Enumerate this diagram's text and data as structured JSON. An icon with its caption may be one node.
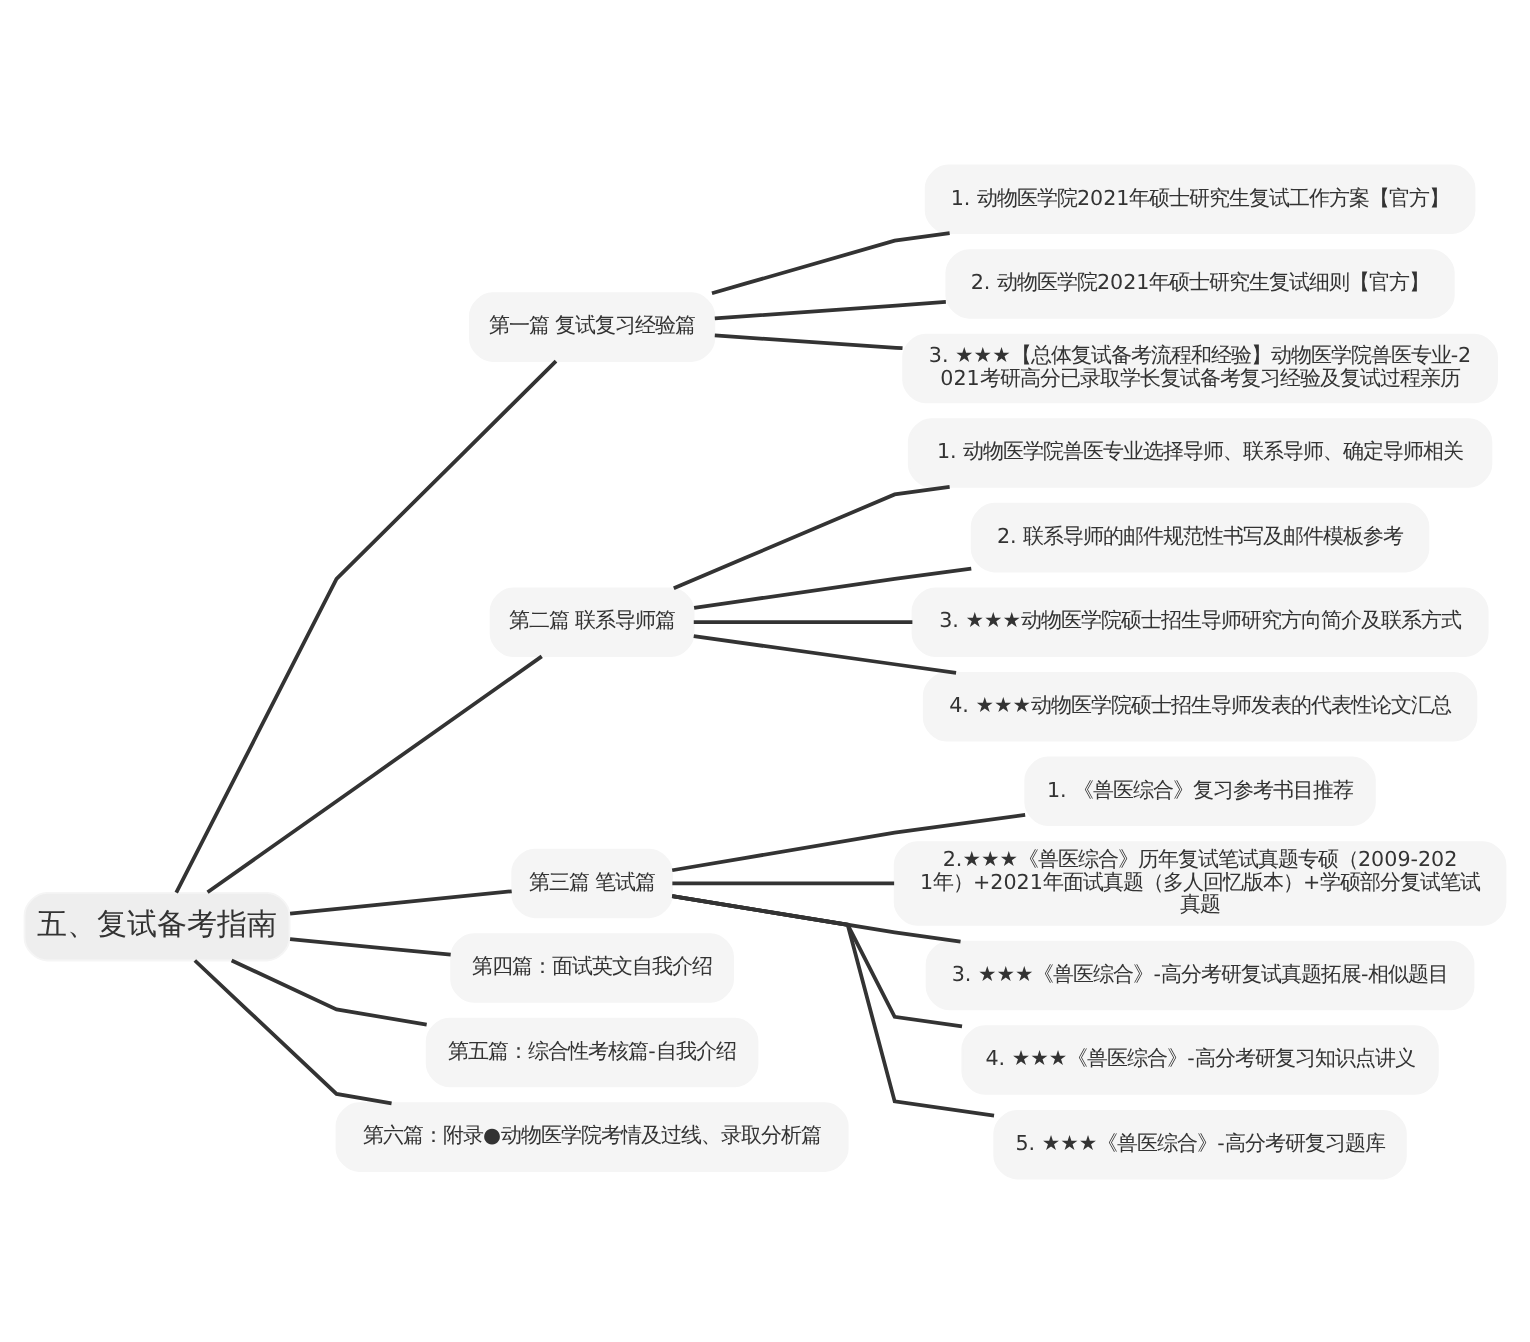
{
  "diagram": {
    "nodes": [
      {
        "text": [
          "五、复试备考指南"
        ]
      },
      {
        "text": [
          "第一篇 复试复习经验篇"
        ]
      },
      {
        "text": [
          "1. 动物医学院2021年硕士研究生复试工作方案【官方】"
        ]
      },
      {
        "text": [
          "2. 动物医学院2021年硕士研究生复试细则【官方】"
        ]
      },
      {
        "text": [
          "3. ★★★【总体复试备考流程和经验】动物医学院兽医专业-2021考研高分已录取学长复试备考复习经验及复试过程亲历"
        ]
      },
      {
        "text": [
          "第二篇 联系导师篇"
        ]
      },
      {
        "text": [
          "1. 动物医学院兽医专业选择导师、联系导师、确定导师相关"
        ]
      },
      {
        "text": [
          "2. 联系导师的邮件规范性书写及邮件模板参考"
        ]
      },
      {
        "text": [
          "3. ★★★动物医学院硕士招生导师研究方向简介及联系方式"
        ]
      },
      {
        "text": [
          "4. ★★★动物医学院硕士招生导师发表的代表性论文汇总"
        ]
      },
      {
        "text": [
          "第三篇 笔试篇"
        ]
      },
      {
        "text": [
          "1. 《兽医综合》复习参考书目推荐"
        ]
      },
      {
        "text": [
          "2.★★★《兽医综合》历年复试笔试真题专硕（2009-2021年）+2021年面试真题（多人回忆版本）+学硕部分复试笔试真题"
        ]
      },
      {
        "text": [
          "3. ★★★《兽医综合》-高分考研复试真题拓展-相似题目"
        ]
      },
      {
        "text": [
          "4. ★★★《兽医综合》-高分考研复习知识点讲义"
        ]
      },
      {
        "text": [
          "5. ★★★《兽医综合》-高分考研复习题库"
        ]
      },
      {
        "text": [
          "第四篇：面试英文自我介绍"
        ]
      },
      {
        "text": [
          "第五篇：综合性考核篇-自我介绍"
        ]
      },
      {
        "text": [
          "第六篇：附录●动物医学院考情及过线、录取分析篇"
        ]
      }
    ],
    "edges": [
      {
        "from": 0,
        "to": 1,
        "arrow": "none"
      },
      {
        "from": 1,
        "to": 2,
        "arrow": "none"
      },
      {
        "from": 1,
        "to": 3,
        "arrow": "none"
      },
      {
        "from": 1,
        "to": 4,
        "arrow": "none"
      },
      {
        "from": 0,
        "to": 5,
        "arrow": "none"
      },
      {
        "from": 5,
        "to": 6,
        "arrow": "none"
      },
      {
        "from": 5,
        "to": 7,
        "arrow": "none"
      },
      {
        "from": 5,
        "to": 8,
        "arrow": "none"
      },
      {
        "from": 5,
        "to": 9,
        "arrow": "none"
      },
      {
        "from": 0,
        "to": 10,
        "arrow": "none"
      },
      {
        "from": 10,
        "to": 11,
        "arrow": "none"
      },
      {
        "from": 10,
        "to": 12,
        "arrow": "none"
      },
      {
        "from": 10,
        "to": 13,
        "arrow": "none"
      },
      {
        "from": 10,
        "to": 14,
        "arrow": "none"
      },
      {
        "from": 10,
        "to": 15,
        "arrow": "none"
      },
      {
        "from": 0,
        "to": 16,
        "arrow": "none"
      },
      {
        "from": 0,
        "to": 17,
        "arrow": "none"
      },
      {
        "from": 0,
        "to": 18,
        "arrow": "none"
      }
    ]
  }
}
